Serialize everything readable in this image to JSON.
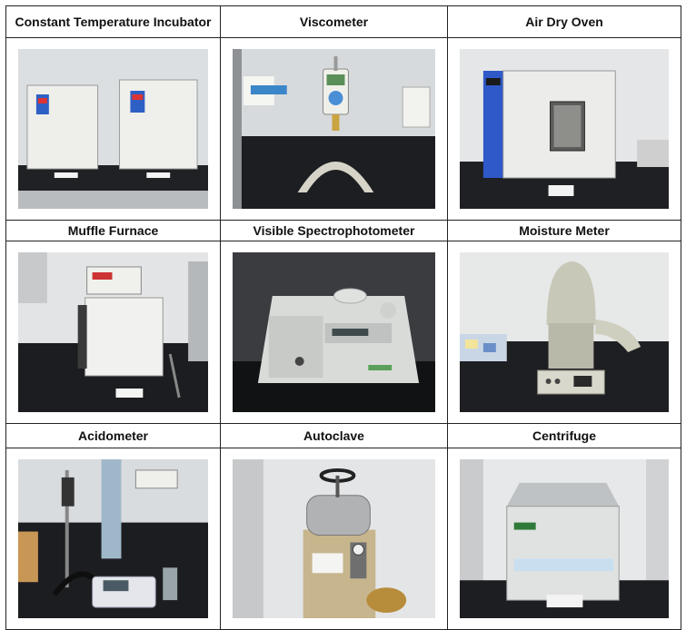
{
  "items": [
    {
      "label": "Constant Temperature Incubator",
      "icon": "incubator-photo"
    },
    {
      "label": "Viscometer",
      "icon": "viscometer-photo"
    },
    {
      "label": "Air Dry Oven",
      "icon": "air-dry-oven-photo"
    },
    {
      "label": "Muffle Furnace",
      "icon": "muffle-furnace-photo"
    },
    {
      "label": "Visible Spectrophotometer",
      "icon": "spectrophotometer-photo"
    },
    {
      "label": "Moisture Meter",
      "icon": "moisture-meter-photo"
    },
    {
      "label": "Acidometer",
      "icon": "acidometer-photo"
    },
    {
      "label": "Autoclave",
      "icon": "autoclave-photo"
    },
    {
      "label": "Centrifuge",
      "icon": "centrifuge-photo"
    }
  ],
  "colors": {
    "border": "#222222",
    "wall": "#dfe2e4",
    "bench": "#1e1f22",
    "device": "#e8e8e4",
    "accent_blue": "#2f59c9",
    "accent_red": "#c8322f"
  }
}
